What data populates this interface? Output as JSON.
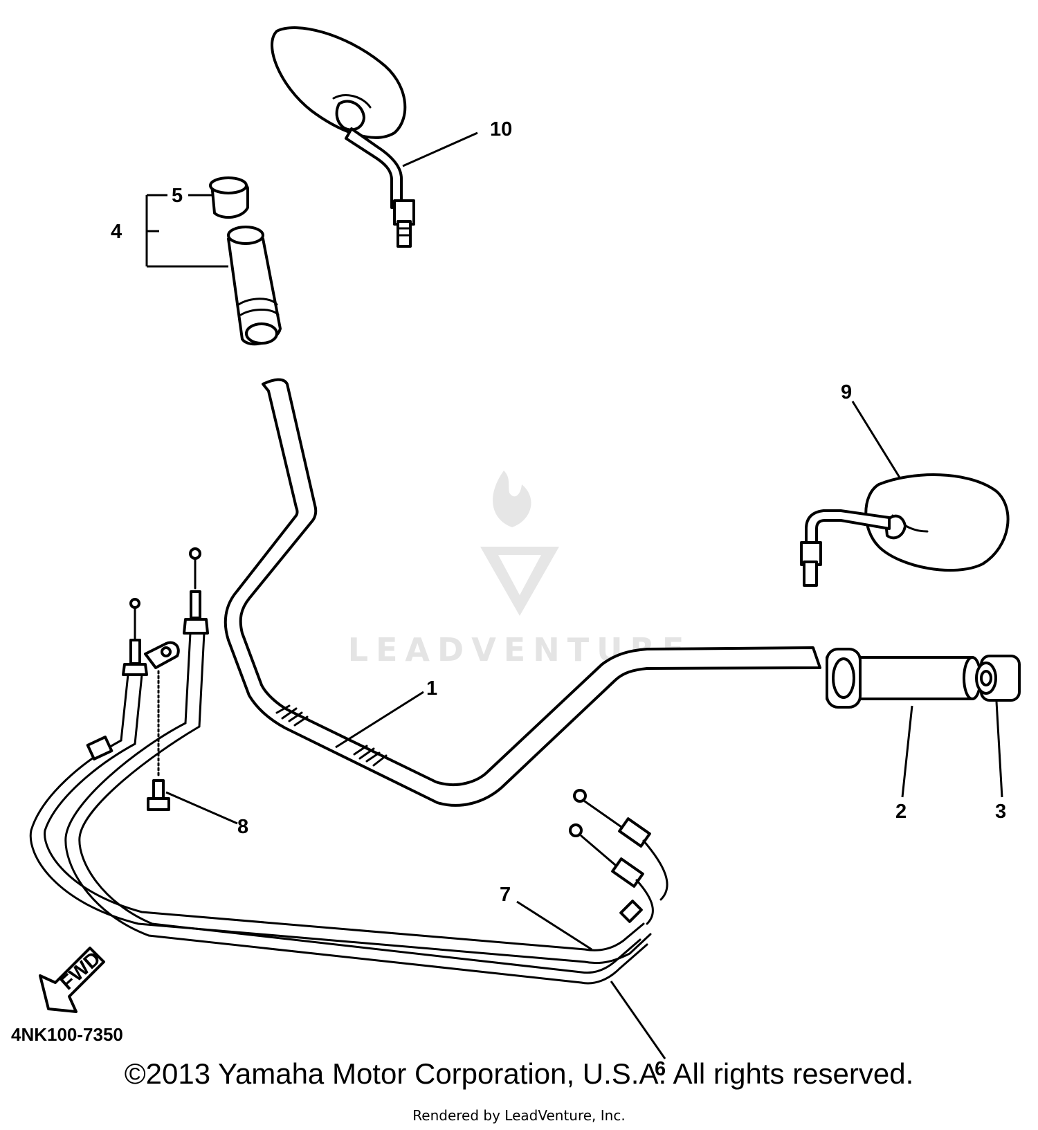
{
  "callouts": {
    "c1": "1",
    "c2": "2",
    "c3": "3",
    "c4": "4",
    "c5": "5",
    "c6": "6",
    "c7": "7",
    "c8": "8",
    "c9": "9",
    "c10": "10"
  },
  "arrow_label": "FWD",
  "part_code": "4NK100-7350",
  "watermark": "LEADVENTURE",
  "copyright": "©2013 Yamaha Motor Corporation, U.S.A. All rights reserved.",
  "rendered_by": "Rendered by LeadVenture, Inc."
}
